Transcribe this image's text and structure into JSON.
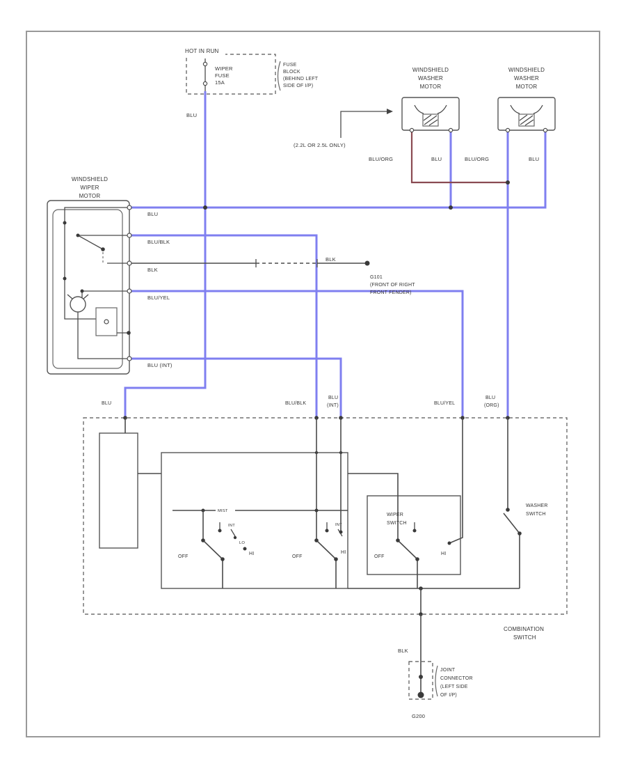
{
  "fuse": {
    "hot": "HOT IN RUN",
    "name": [
      "WIPER",
      "FUSE",
      "15A"
    ],
    "location": [
      "FUSE",
      "BLOCK",
      "(BEHIND LEFT",
      "SIDE OF I/P)"
    ],
    "wire": "BLU"
  },
  "washer": {
    "left_title": [
      "WINDSHIELD",
      "WASHER",
      "MOTOR"
    ],
    "right_title": [
      "WINDSHIELD",
      "WASHER",
      "MOTOR"
    ],
    "note": "(2.2L OR 2.5L ONLY)",
    "wires": [
      "BLU/ORG",
      "BLU",
      "BLU/ORG",
      "BLU"
    ]
  },
  "wiper_motor": {
    "title": [
      "WINDSHIELD",
      "WIPER",
      "MOTOR"
    ],
    "wires": [
      "BLU",
      "BLU/BLK",
      "BLK",
      "BLU/YEL",
      "BLU (INT)"
    ]
  },
  "g101": {
    "wire": "BLK",
    "note": [
      "G101",
      "(FRONT OF RIGHT",
      "FRONT FENDER)"
    ]
  },
  "comb": {
    "title": [
      "COMBINATION",
      "SWITCH"
    ],
    "entry1": "BLU",
    "entry2": "BLU/BLK",
    "entry3a": "BLU",
    "entry3b": "(INT)",
    "entry4": "BLU/YEL",
    "entry5a": "BLU",
    "entry5b": "(ORG)",
    "wiper_switch": [
      "WIPER",
      "SWITCH"
    ],
    "washer_switch": [
      "WASHER",
      "SWITCH"
    ],
    "off": "OFF",
    "int": "INT",
    "lo": "LO",
    "hi": "HI",
    "mist": "MIST"
  },
  "g200": {
    "wire": "BLK",
    "joint": [
      "JOINT",
      "CONNECTOR",
      "(LEFT SIDE",
      "OF I/P)"
    ],
    "id": "G200"
  },
  "colors": {
    "wire_blue": "#7f7ff0",
    "wire_maroon": "#8a4a52",
    "wire_black": "#4a4a4a",
    "ink": "#333333"
  }
}
